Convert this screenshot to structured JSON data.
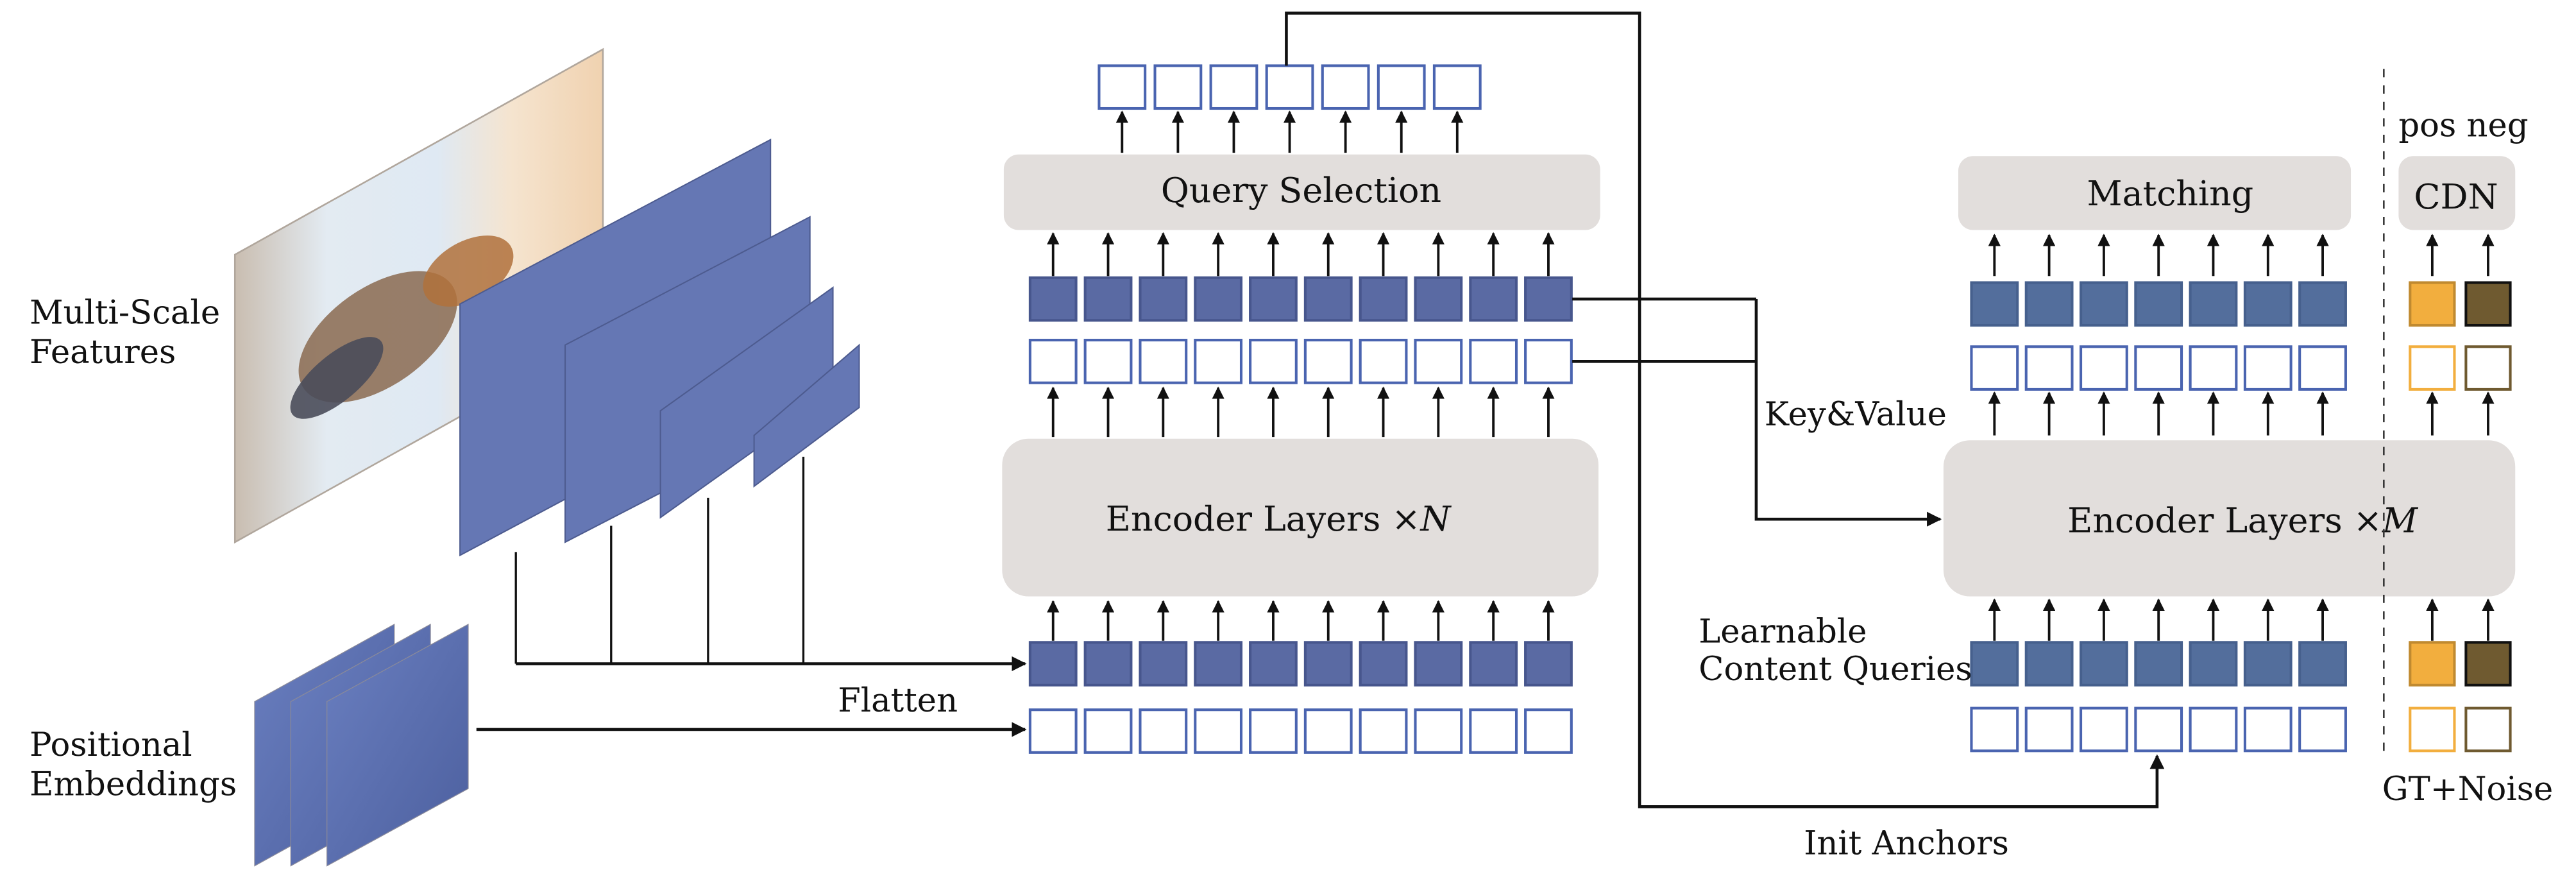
{
  "labels": {
    "multi_scale_1": "Multi-Scale",
    "multi_scale_2": "Features",
    "positional_1": "Positional",
    "positional_2": "Embeddings",
    "flatten": "Flatten",
    "key_value": "Key&Value",
    "learnable_1": "Learnable",
    "learnable_2": "Content Queries",
    "init_anchors": "Init Anchors",
    "gt_noise": "GT+Noise",
    "pos_neg": "pos neg"
  },
  "blocks": {
    "query_selection": "Query Selection",
    "encoder_n_prefix": "Encoder Layers ×",
    "encoder_n_var": "N",
    "encoder_m_prefix": "Encoder Layers ×",
    "encoder_m_var": "M",
    "matching": "Matching",
    "cdn": "CDN"
  },
  "token_counts": {
    "encoder_tokens": 10,
    "selected_queries": 7,
    "decoder_queries": 7,
    "cdn_queries": 2
  },
  "colors": {
    "token_fill": "#5a6aa3",
    "token_outline": "#4a64b0",
    "decoder_fill": "#536e9c",
    "block_bg": "#e2dedc",
    "feature_plane": "#6577b4",
    "pos_color": "#f2ae3e",
    "neg_color": "#6f5a30",
    "arrow": "#111111"
  }
}
